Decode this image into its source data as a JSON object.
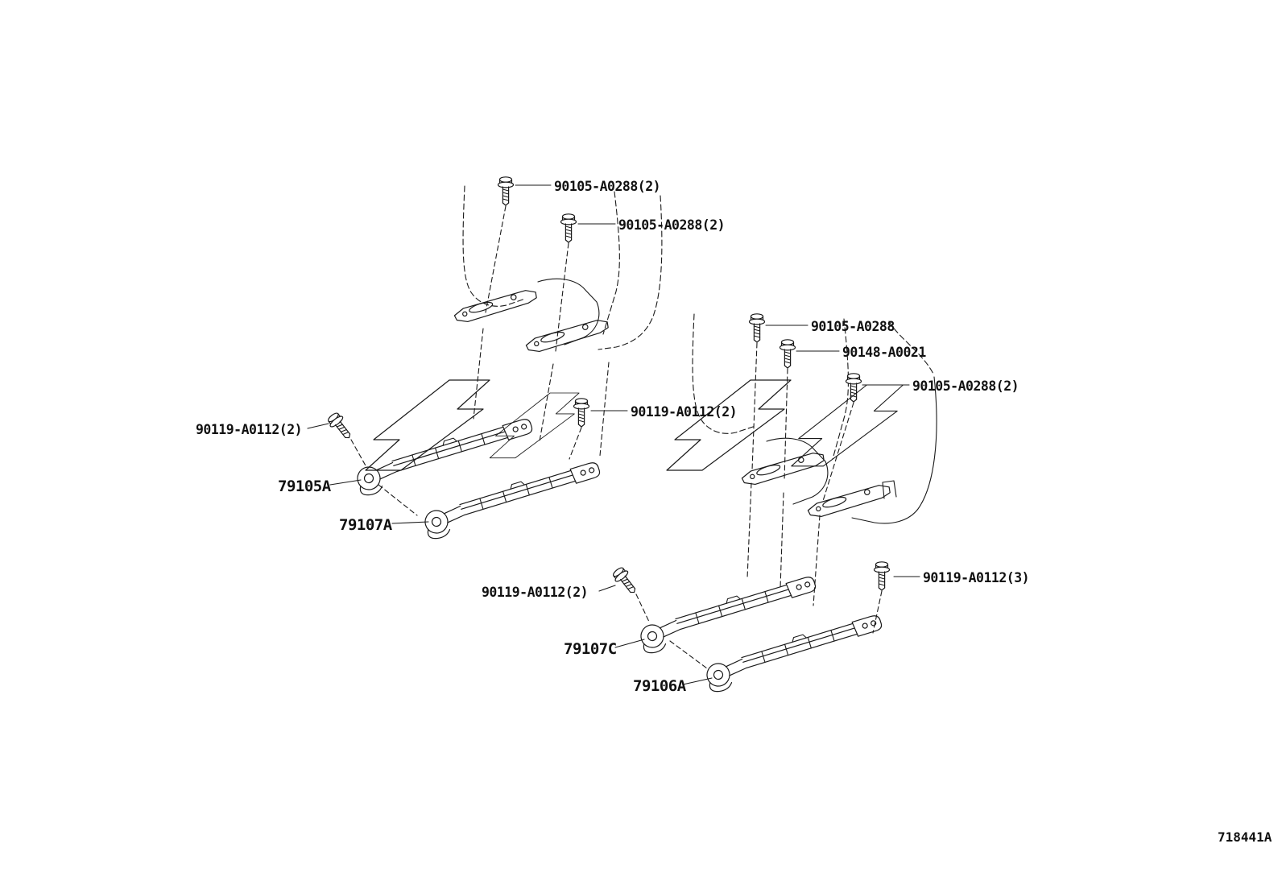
{
  "labels": {
    "bolt_callouts": [
      "90105-A0288(2)",
      "90105-A0288(2)",
      "90105-A0288",
      "90148-A0021",
      "90105-A0288(2)",
      "90119-A0112(2)",
      "90119-A0112(2)",
      "90119-A0112(2)",
      "90119-A0112(3)"
    ],
    "part_callouts": [
      "79105A",
      "79107A",
      "79107C",
      "79106A"
    ],
    "drawing_code": "718441A"
  },
  "colors": {
    "line": "#1a1a1a",
    "watermark": "#cbcbcb",
    "background": "#ffffff"
  },
  "icons": {
    "fastener": "bolt-icon"
  }
}
